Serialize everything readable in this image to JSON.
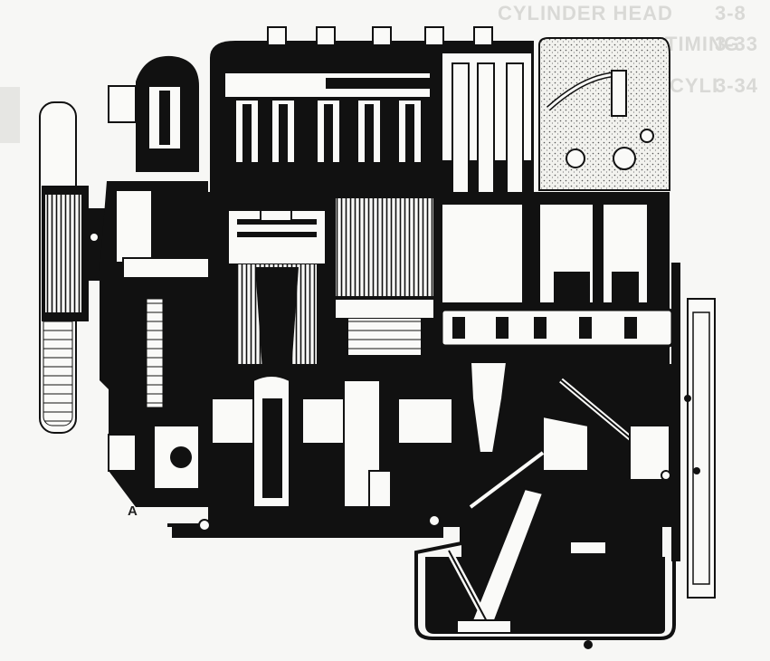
{
  "bleed_text": {
    "line1": "CYLINDER HEAD",
    "line2": "TIMING",
    "line3": "CYLI",
    "line1_page": "3-8",
    "line2_page": "3-33",
    "line3_page": "3-34"
  },
  "part_label": "A",
  "colors": {
    "ink": "#111111",
    "paper": "#f7f7f5",
    "stipple": "#d8d8d2"
  }
}
